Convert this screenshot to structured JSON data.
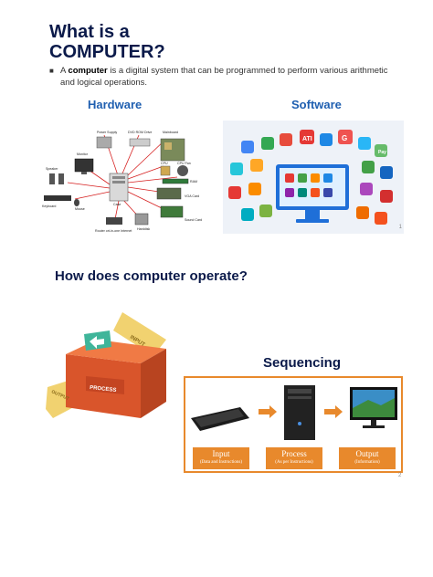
{
  "slide1": {
    "title_line1": "What is a",
    "title_line2": "COMPUTER?",
    "bullet_prefix": "A ",
    "bullet_bold": "computer",
    "bullet_rest": " is a digital system that can be programmed to perform various arithmetic and logical operations.",
    "hardware_heading": "Hardware",
    "software_heading": "Software",
    "slide_number": "1",
    "hardware_labels": {
      "power_supply": "Power Supply",
      "dvd": "DVD ROM Drive",
      "motherboard": "Mainboard",
      "monitor": "Monitor",
      "speaker": "Speaker",
      "keyboard": "Keyboard",
      "mouse": "Mouse",
      "case": "Case",
      "cpu": "CPU",
      "cpu_fan": "CPU Fan",
      "ram": "RAM",
      "vga": "VGA Card",
      "sound": "Sound Card",
      "harddisk": "Harddisk",
      "router": "Router ort-in-one Internet"
    },
    "software_icons": [
      "ATI",
      "Pay",
      "G"
    ]
  },
  "slide2": {
    "heading": "How does computer operate?",
    "sequencing_heading": "Sequencing",
    "process_art": {
      "input": "INPUT",
      "process": "PROCESS",
      "output": "OUTPUT"
    },
    "sequence": [
      {
        "title": "Input",
        "sub": "(Data and Instructions)"
      },
      {
        "title": "Process",
        "sub": "(As per Instructions)"
      },
      {
        "title": "Output",
        "sub": "(Information)"
      }
    ],
    "slide_number": "2"
  },
  "colors": {
    "title": "#0b1a4a",
    "heading_blue": "#1f5fb0",
    "orange": "#e8892c"
  }
}
